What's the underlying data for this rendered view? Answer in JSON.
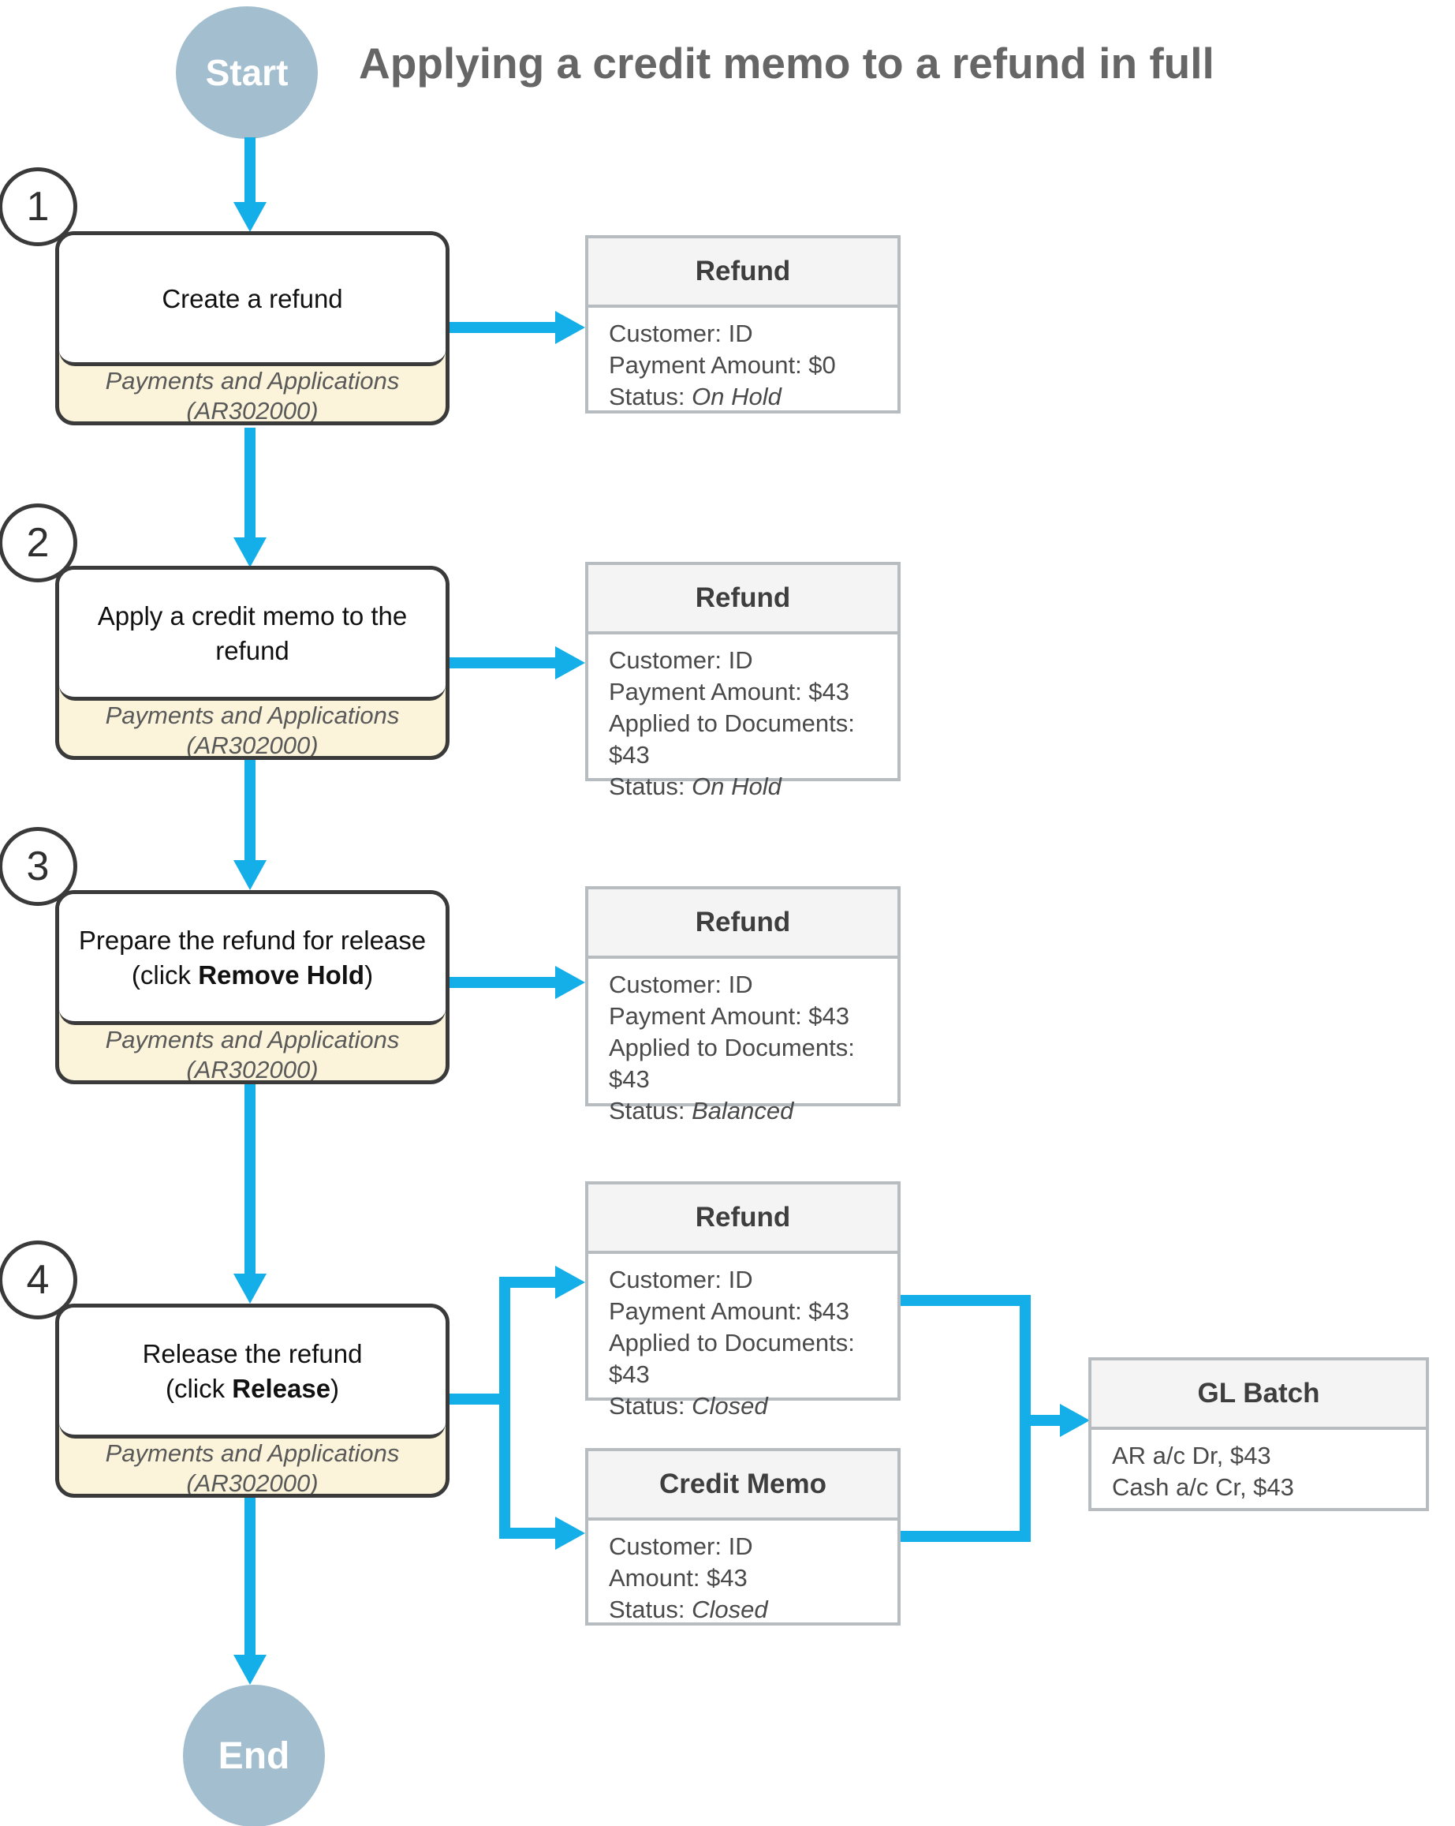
{
  "title": "Applying a credit memo to a refund in full",
  "start_label": "Start",
  "end_label": "End",
  "colors": {
    "arrow_blue": "#14AFE8",
    "terminator_fill": "#A2BECF",
    "step_border": "#3A3A3A",
    "step_footer_bg": "#FBF4DA",
    "info_border": "#B7BCC0",
    "info_header_bg": "#F4F4F4",
    "title_color": "#666666"
  },
  "steps": [
    {
      "number": "1",
      "line1": "Create a refund",
      "line2_pre": "",
      "line2_bold": "",
      "line2_post": "",
      "screen_name": "Payments and Applications",
      "screen_code": "(AR302000)"
    },
    {
      "number": "2",
      "line1": "Apply a credit memo to the",
      "line2_pre": "refund",
      "line2_bold": "",
      "line2_post": "",
      "screen_name": "Payments and Applications",
      "screen_code": "(AR302000)"
    },
    {
      "number": "3",
      "line1": "Prepare the refund for release",
      "line2_pre": "(click ",
      "line2_bold": "Remove Hold",
      "line2_post": ")",
      "screen_name": "Payments and Applications",
      "screen_code": "(AR302000)"
    },
    {
      "number": "4",
      "line1": "Release the refund",
      "line2_pre": "(click ",
      "line2_bold": "Release",
      "line2_post": ")",
      "screen_name": "Payments and Applications",
      "screen_code": "(AR302000)"
    }
  ],
  "artifacts": {
    "refund_step1": {
      "title": "Refund",
      "lines": [
        {
          "text": "Customer: ID",
          "italic": ""
        },
        {
          "text": "Payment Amount: $0",
          "italic": ""
        },
        {
          "text": "Status: ",
          "italic": "On Hold"
        }
      ]
    },
    "refund_step2": {
      "title": "Refund",
      "lines": [
        {
          "text": "Customer: ID",
          "italic": ""
        },
        {
          "text": "Payment Amount: $43",
          "italic": ""
        },
        {
          "text": "Applied to Documents: $43",
          "italic": ""
        },
        {
          "text": "Status: ",
          "italic": "On Hold"
        }
      ]
    },
    "refund_step3": {
      "title": "Refund",
      "lines": [
        {
          "text": "Customer: ID",
          "italic": ""
        },
        {
          "text": "Payment Amount: $43",
          "italic": ""
        },
        {
          "text": "Applied to Documents: $43",
          "italic": ""
        },
        {
          "text": "Status: ",
          "italic": "Balanced"
        }
      ]
    },
    "refund_step4": {
      "title": "Refund",
      "lines": [
        {
          "text": "Customer: ID",
          "italic": ""
        },
        {
          "text": "Payment Amount: $43",
          "italic": ""
        },
        {
          "text": "Applied to Documents: $43",
          "italic": ""
        },
        {
          "text": "Status: ",
          "italic": "Closed"
        }
      ]
    },
    "credit_memo": {
      "title": "Credit Memo",
      "lines": [
        {
          "text": "Customer: ID",
          "italic": ""
        },
        {
          "text": "Amount: $43",
          "italic": ""
        },
        {
          "text": "Status: ",
          "italic": "Closed"
        }
      ]
    },
    "gl_batch": {
      "title": "GL Batch",
      "lines": [
        {
          "text": "AR a/c Dr, $43",
          "italic": ""
        },
        {
          "text": "Cash a/c Cr, $43",
          "italic": ""
        }
      ]
    }
  }
}
